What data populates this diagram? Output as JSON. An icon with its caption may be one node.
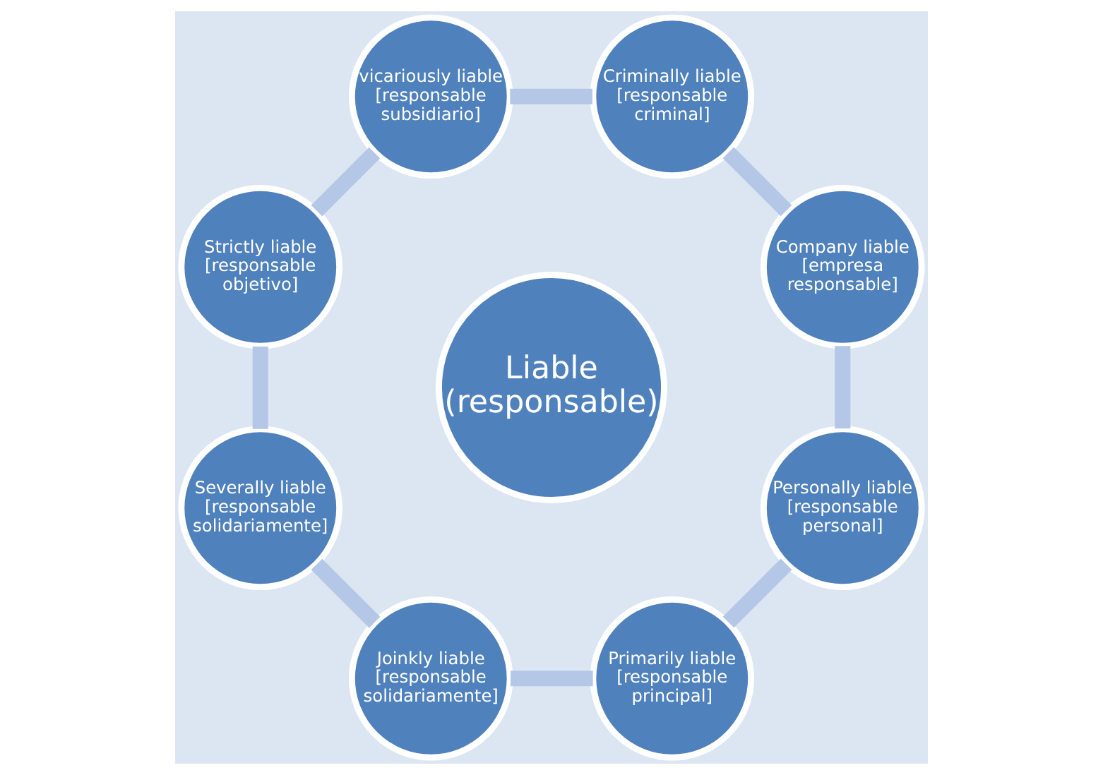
{
  "diagram": {
    "nodes": [
      {
        "text": [
          "Liable",
          "(responsable)"
        ]
      },
      {
        "text": [
          "Company liable",
          "[empresa responsable]"
        ]
      },
      {
        "text": [
          "Criminally liable",
          "[responsable criminal]"
        ]
      },
      {
        "text": [
          "vicariously liable",
          "[responsable subsidiario]"
        ]
      },
      {
        "text": [
          "Strictly liable",
          "[responsable objetivo]"
        ]
      },
      {
        "text": [
          "Severally liable",
          "[responsable solidariamente]"
        ]
      },
      {
        "text": [
          "Joinkly liable",
          "[responsable solidariamente]"
        ]
      },
      {
        "text": [
          "Primarily liable",
          "[responsable principal]"
        ]
      },
      {
        "text": [
          "Personally liable",
          "[responsable personal]"
        ]
      }
    ],
    "edges": [
      {
        "from": 1,
        "to": 2,
        "arrow": "none"
      },
      {
        "from": 2,
        "to": 3,
        "arrow": "none"
      },
      {
        "from": 3,
        "to": 4,
        "arrow": "none"
      },
      {
        "from": 4,
        "to": 5,
        "arrow": "none"
      },
      {
        "from": 5,
        "to": 6,
        "arrow": "none"
      },
      {
        "from": 6,
        "to": 7,
        "arrow": "none"
      },
      {
        "from": 7,
        "to": 8,
        "arrow": "none"
      },
      {
        "from": 8,
        "to": 1,
        "arrow": "none"
      }
    ]
  }
}
